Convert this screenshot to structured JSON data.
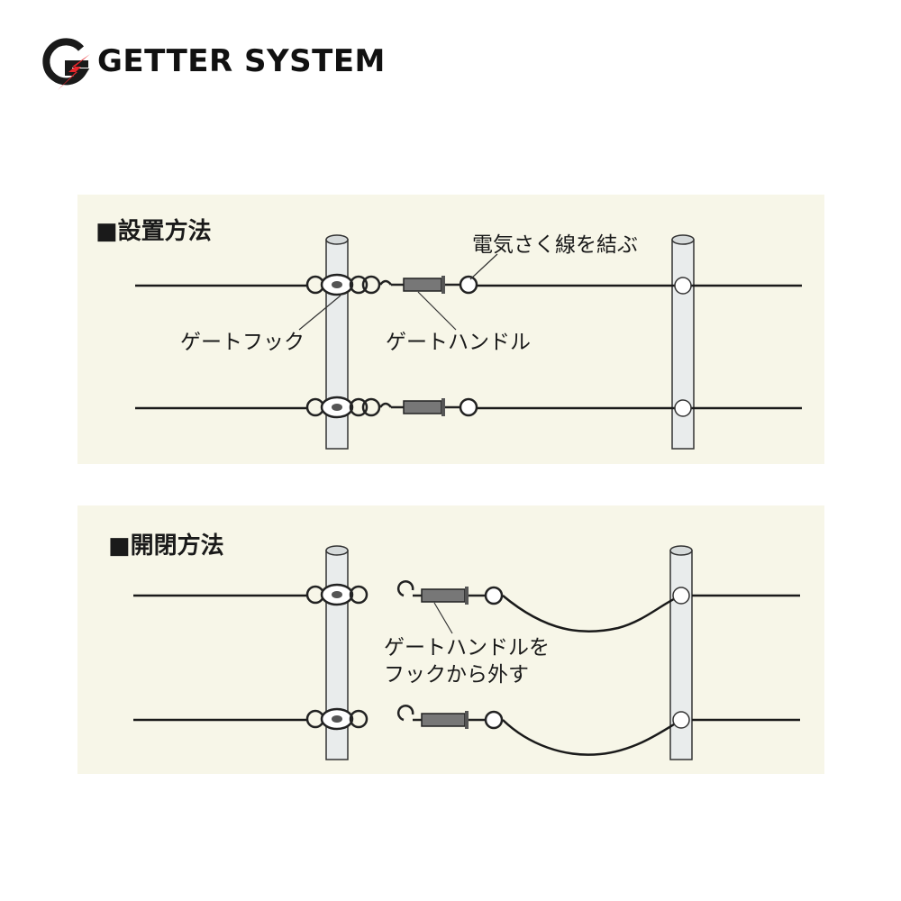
{
  "header": {
    "brand": "GETTER SYSTEM",
    "logo_icon": "g-lightning-logo-icon",
    "brand_color": "#e8262b"
  },
  "installation": {
    "title": "■設置方法",
    "label_tie_wire": "電気さく線を結ぶ",
    "label_gate_hook": "ゲートフック",
    "label_gate_handle": "ゲートハンドル"
  },
  "opening": {
    "title": "■開閉方法",
    "label_remove_line1": "ゲートハンドルを",
    "label_remove_line2": "フックから外す"
  },
  "colors": {
    "panel_bg": "#f7f6e8",
    "wire": "#1a1a1a",
    "post_fill": "#e9ecec"
  }
}
